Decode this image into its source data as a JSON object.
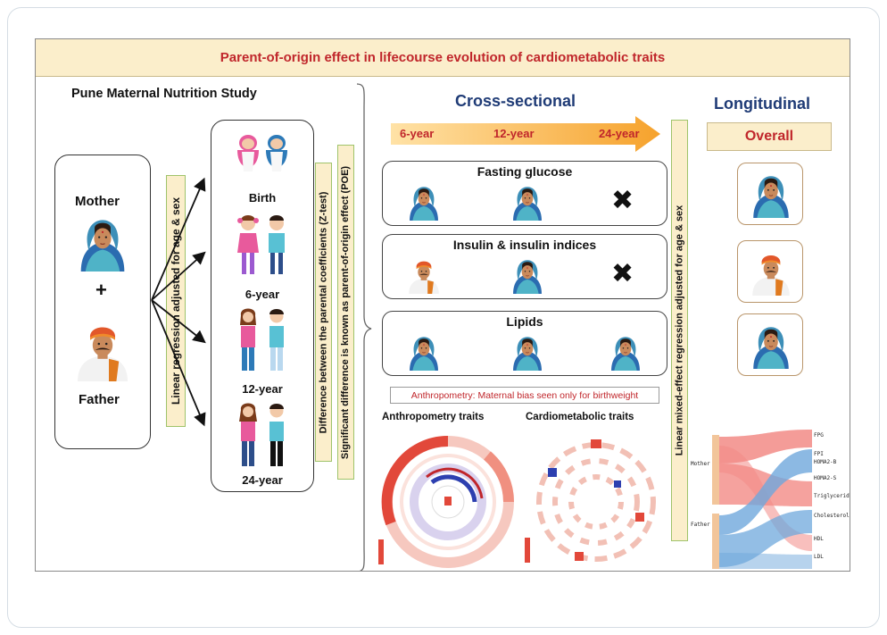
{
  "title": "Parent-of-origin effect in lifecourse evolution of cardiometabolic traits",
  "study": "Pune Maternal Nutrition Study",
  "parents": {
    "mother": "Mother",
    "plus": "+",
    "father": "Father"
  },
  "labels": {
    "linear_regression": "Linear regression adjusted for age & sex",
    "difference": "Difference between the parental coefficients (Z-test)",
    "significant": "Significant difference is known as parent-of-origin effect (POE)",
    "mixed_effect": "Linear mixed-effect regression adjusted for age & sex"
  },
  "stages": [
    "Birth",
    "6-year",
    "12-year",
    "24-year"
  ],
  "cross_sectional": {
    "title": "Cross-sectional",
    "timeline": [
      "6-year",
      "12-year",
      "24-year"
    ],
    "traits": [
      {
        "name": "Fasting glucose",
        "cells": [
          "mother",
          "mother",
          "none"
        ]
      },
      {
        "name": "Insulin & insulin indices",
        "cells": [
          "father",
          "mother",
          "none"
        ]
      },
      {
        "name": "Lipids",
        "cells": [
          "mother",
          "mother",
          "mother"
        ]
      }
    ],
    "note": "Anthropometry: Maternal bias seen only for birthweight",
    "anthropometry_title": "Anthropometry traits",
    "cardiometabolic_title": "Cardiometabolic traits"
  },
  "longitudinal": {
    "title": "Longitudinal",
    "overall": "Overall",
    "results": [
      "mother",
      "father",
      "mother"
    ]
  },
  "sankey": {
    "left": [
      "Mother",
      "Father"
    ],
    "right": [
      "FPG",
      "FPI",
      "HOMA2-B",
      "HOMA2-S",
      "Triglycerides",
      "Cholesterol",
      "HDL",
      "LDL"
    ]
  },
  "colors": {
    "title_bg": "#fbeecb",
    "accent_red": "#c0262b",
    "heading_blue": "#1f3b76",
    "label_border": "#9fc36a",
    "arrow_orange": "#f6a22c",
    "maternal_pink": "#f28b86",
    "paternal_blue": "#6fa8dc"
  }
}
